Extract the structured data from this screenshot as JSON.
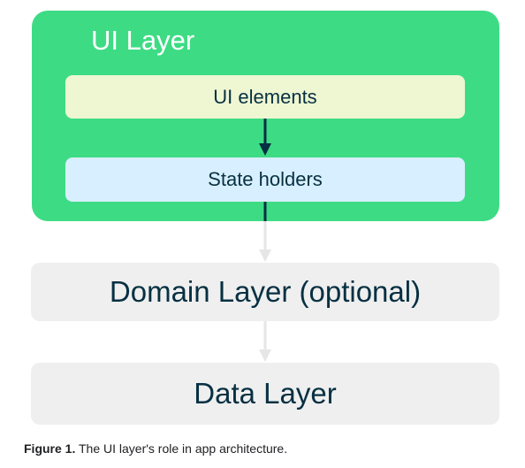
{
  "diagram": {
    "ui_layer": {
      "title": "UI Layer",
      "ui_elements": "UI elements",
      "state_holders": "State holders"
    },
    "domain_layer": "Domain Layer (optional)",
    "data_layer": "Data Layer"
  },
  "caption": {
    "label": "Figure 1.",
    "text": " The UI layer's role in app architecture."
  },
  "colors": {
    "ui_layer_bg": "#3ddc84",
    "ui_elements_bg": "#eef6d2",
    "state_holders_bg": "#d7effe",
    "lower_layers_bg": "#efefef",
    "text_dark": "#073042",
    "arrow_dark": "#073042",
    "arrow_light": "#e6e6e6"
  }
}
